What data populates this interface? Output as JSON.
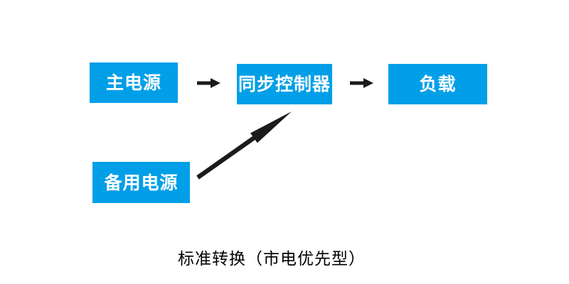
{
  "diagram": {
    "caption": "标准转换（市电优先型）",
    "nodes": [
      {
        "id": "main-power",
        "label": "主电源"
      },
      {
        "id": "sync-controller",
        "label": "同步控制器"
      },
      {
        "id": "load",
        "label": "负载"
      },
      {
        "id": "backup-power",
        "label": "备用电源"
      }
    ],
    "connections": [
      {
        "from": "main-power",
        "to": "sync-controller",
        "type": "horizontal-arrow"
      },
      {
        "from": "sync-controller",
        "to": "load",
        "type": "horizontal-arrow"
      },
      {
        "from": "backup-power",
        "to": "sync-controller",
        "type": "diagonal-arrow"
      }
    ],
    "colors": {
      "node_fill": "#009FE8",
      "node_text": "#FFFFFF",
      "arrow": "#1B1B1B",
      "caption_text": "#000000",
      "background": "#FFFFFF"
    }
  }
}
